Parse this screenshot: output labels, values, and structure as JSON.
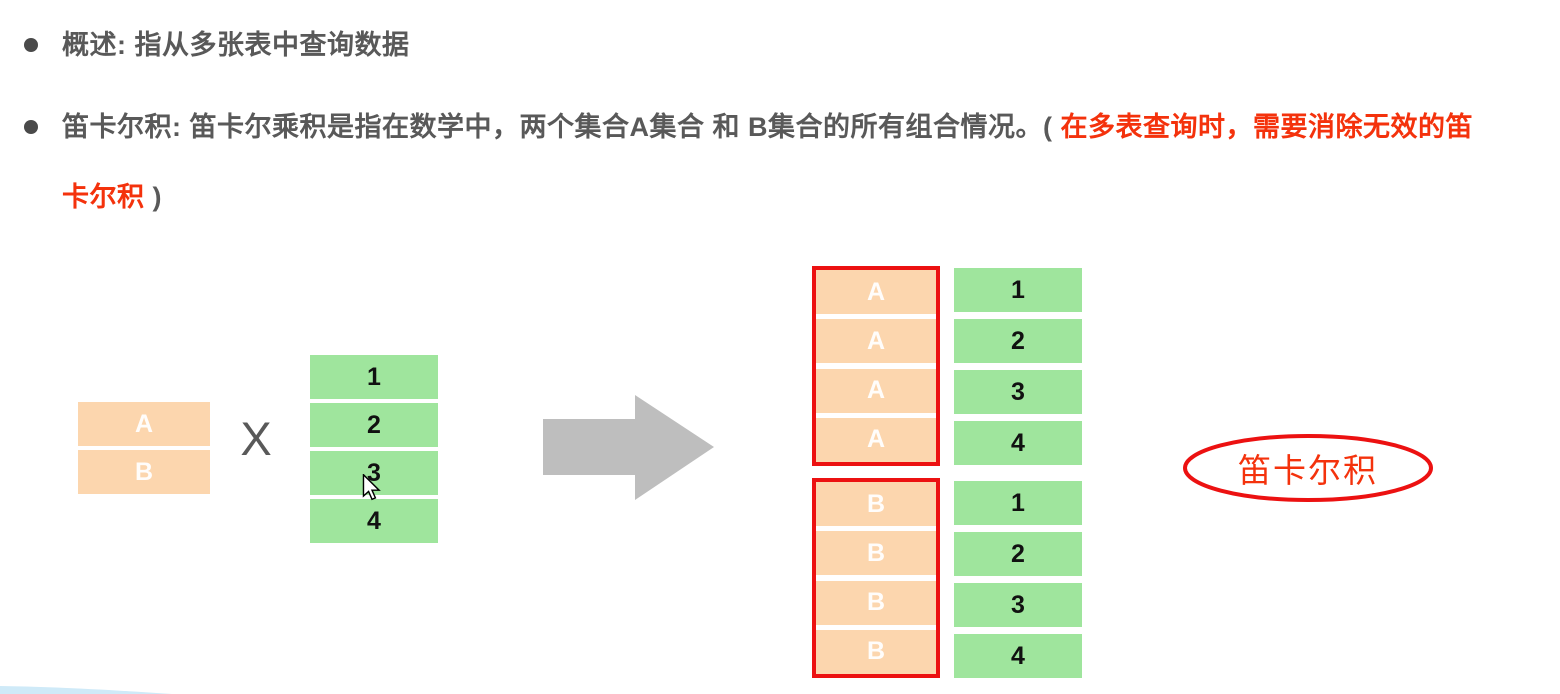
{
  "colors": {
    "text_gray": "#595959",
    "text_red": "#f4320c",
    "border_red": "#ec1111",
    "cell_orange": "#fcd6ae",
    "cell_green": "#9fe59d",
    "arrow_gray": "#bebebe",
    "corner_blue": "#cfeaf8"
  },
  "bullet1": {
    "text": "概述: 指从多张表中查询数据"
  },
  "bullet2": {
    "line1_gray": "笛卡尔积: 笛卡尔乘积是指在数学中，两个集合A集合 和 B集合的所有组合情况。(",
    "line1_red": "在多表查询时，需要消除无效的笛",
    "line2_red": "卡尔积",
    "line2_gray": ")"
  },
  "diagram": {
    "left_table": {
      "rows": [
        "A",
        "B"
      ]
    },
    "multiply_symbol": "X",
    "number_table": {
      "rows": [
        "1",
        "2",
        "3",
        "4"
      ]
    },
    "result": {
      "group_a": {
        "letters": [
          "A",
          "A",
          "A",
          "A"
        ],
        "numbers": [
          "1",
          "2",
          "3",
          "4"
        ]
      },
      "group_b": {
        "letters": [
          "B",
          "B",
          "B",
          "B"
        ],
        "numbers": [
          "1",
          "2",
          "3",
          "4"
        ]
      }
    },
    "ellipse_label": "笛卡尔积"
  }
}
